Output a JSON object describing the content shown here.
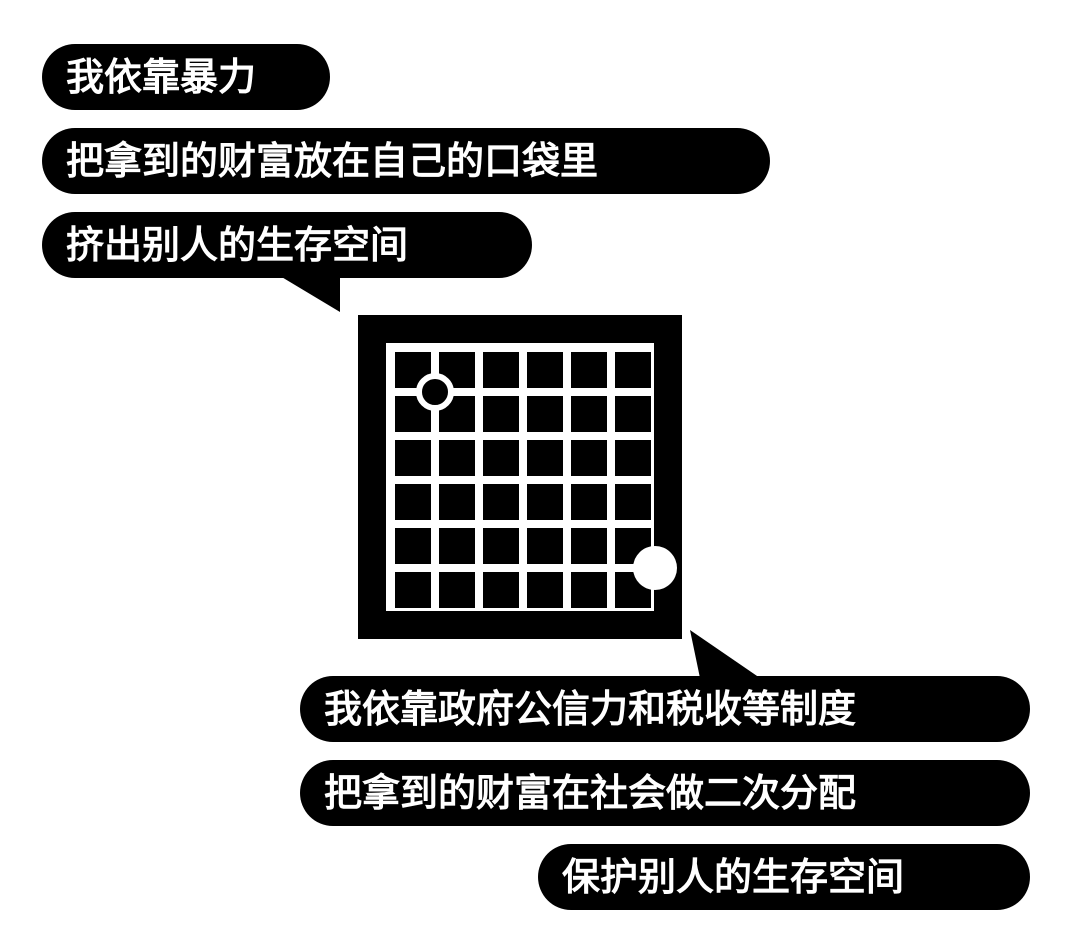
{
  "colors": {
    "ink": "#000000",
    "paper": "#ffffff"
  },
  "top_bubble": {
    "lines": [
      "我依靠暴力",
      "把拿到的财富放在自己的口袋里",
      "挤出别人的生存空间"
    ]
  },
  "bottom_bubble": {
    "lines": [
      "我依靠政府公信力和税收等制度",
      "把拿到的财富在社会做二次分配",
      "保护别人的生存空间"
    ]
  },
  "board": {
    "rows": 6,
    "cols": 6,
    "piece_white_ring": {
      "row": 0,
      "col": 0
    },
    "piece_white_solid": {
      "row": 4,
      "col": 5
    }
  }
}
